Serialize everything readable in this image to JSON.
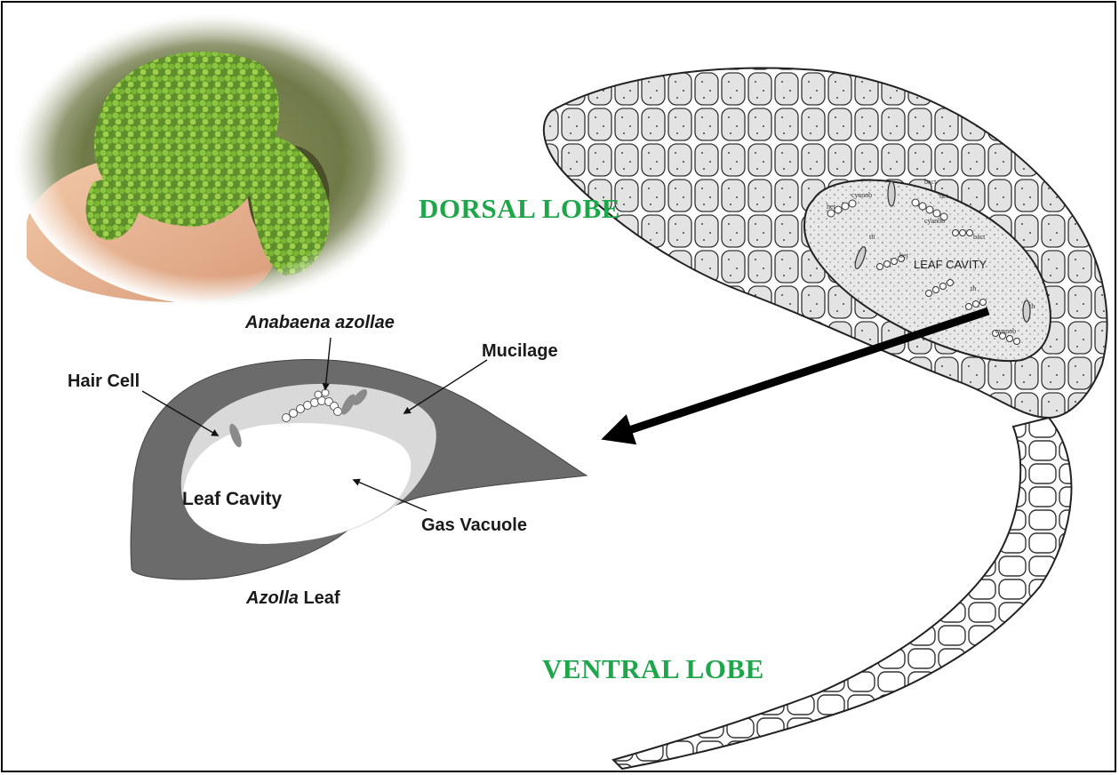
{
  "labels": {
    "dorsal_lobe": "DORSAL LOBE",
    "ventral_lobe": "VENTRAL LOBE",
    "leaf_cavity_micro": "LEAF CAVITY",
    "anabaena": "Anabaena azollae",
    "mucilage": "Mucilage",
    "hair_cell": "Hair Cell",
    "leaf_cavity": "Leaf Cavity",
    "gas_vacuole": "Gas Vacuole",
    "azolla_italic": "Azolla",
    "azolla_leaf": " Leaf",
    "micro_tags": [
      "cyanob",
      "het",
      "cyanob",
      "bact",
      "het",
      "th",
      "bet",
      "th",
      "th",
      "cyanob",
      "bact"
    ]
  },
  "colors": {
    "lobe_text": "#1fa64a",
    "leaf_tissue": "#6b6b6b",
    "mucilage": "#d9d9d9",
    "cell_fill": "#e6e6e6"
  }
}
